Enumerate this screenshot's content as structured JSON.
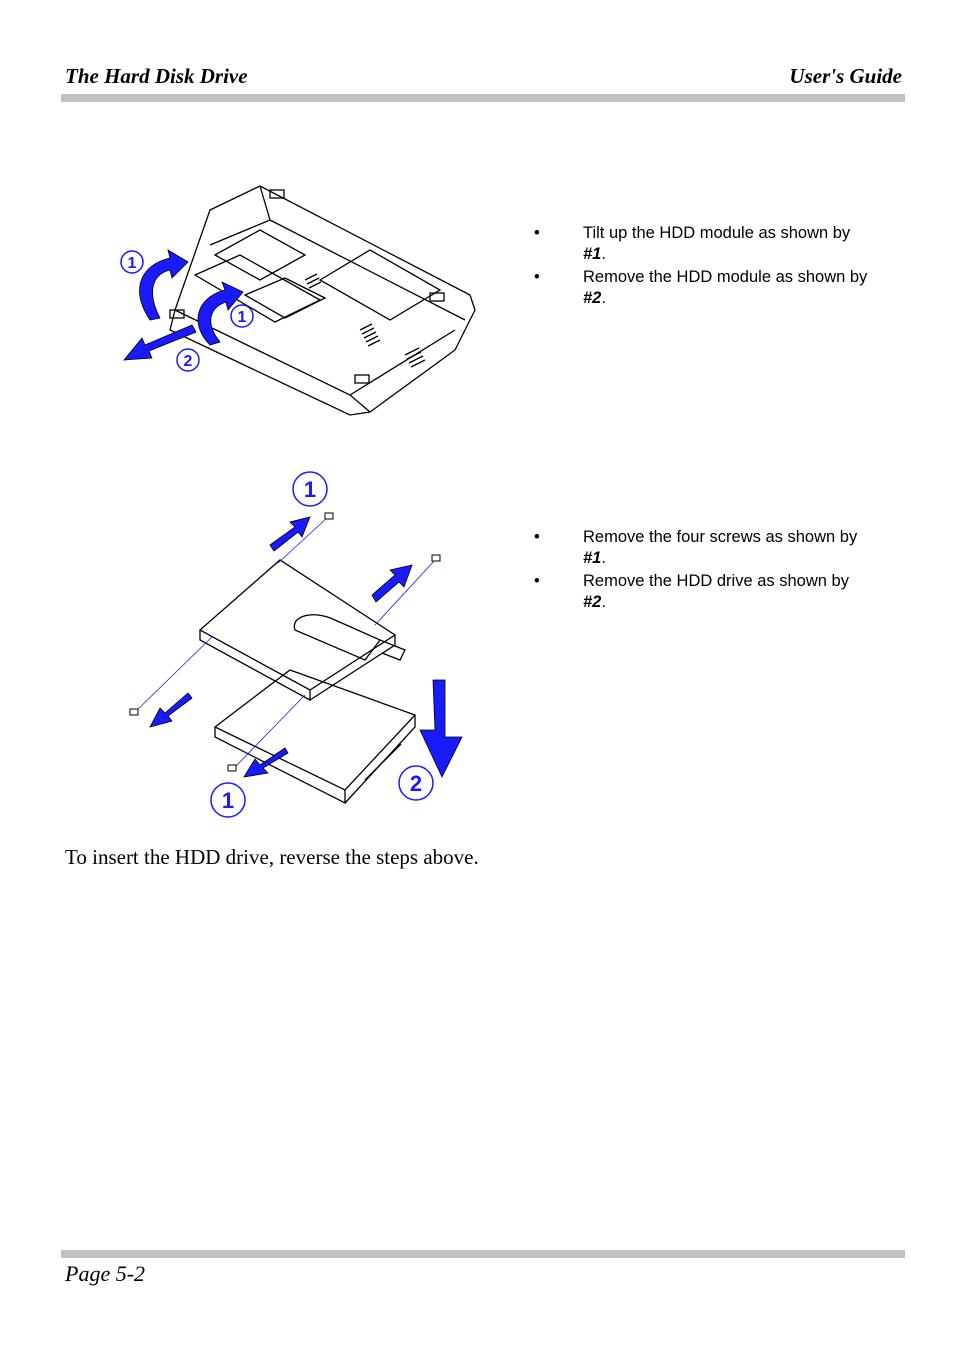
{
  "header": {
    "left": "The Hard Disk Drive",
    "right": "User's Guide"
  },
  "figure1": {
    "callouts": [
      "1",
      "1",
      "2"
    ],
    "steps": [
      {
        "text": "Tilt up the HDD module as shown by",
        "ref": "#1",
        "punct": "."
      },
      {
        "text": "Remove the HDD module as shown by",
        "ref": "#2",
        "punct": "."
      }
    ]
  },
  "figure2": {
    "callouts": [
      "1",
      "1",
      "2"
    ],
    "steps": [
      {
        "text": "Remove the four screws as shown by",
        "ref": "#1",
        "punct": "."
      },
      {
        "text": "Remove the HDD drive as shown by",
        "ref": "#2",
        "punct": "."
      }
    ]
  },
  "closing_text": "To insert the HDD drive, reverse the steps above.",
  "footer": {
    "page": "Page 5-2"
  },
  "colors": {
    "arrow": "#1a1aff",
    "rule": "#c0c0c0"
  }
}
